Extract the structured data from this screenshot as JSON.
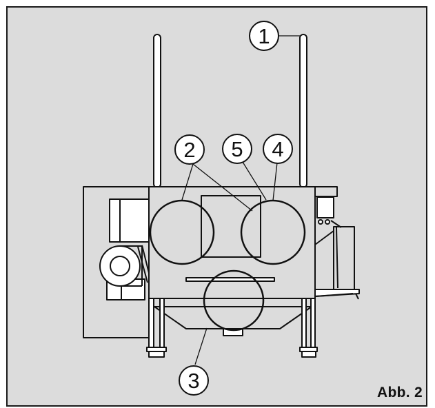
{
  "figure": {
    "caption": "Abb. 2",
    "callouts": [
      {
        "id": "1",
        "label": "1"
      },
      {
        "id": "2",
        "label": "2"
      },
      {
        "id": "3",
        "label": "3"
      },
      {
        "id": "4",
        "label": "4"
      },
      {
        "id": "5",
        "label": "5"
      }
    ]
  },
  "colors": {
    "background": "#dcdcdc",
    "frame": "#1a1a1a",
    "line": "#111111",
    "fill": "#ffffff"
  }
}
